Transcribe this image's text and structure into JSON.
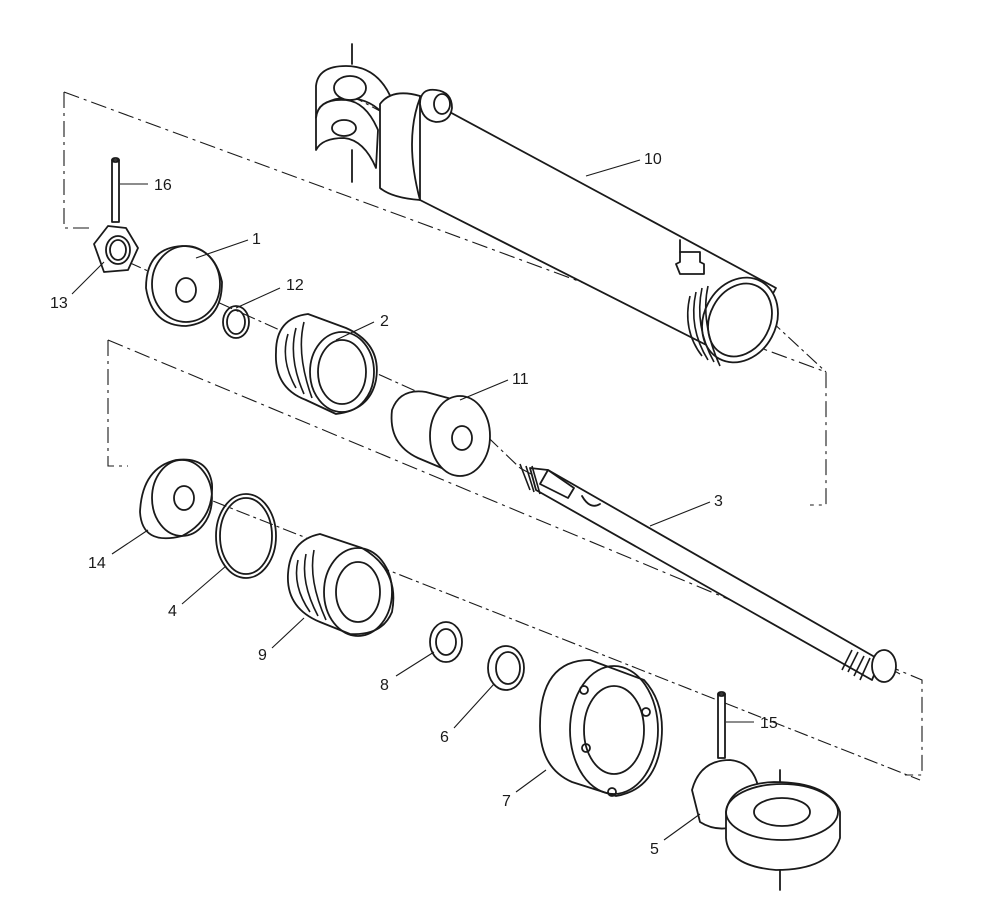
{
  "diagram": {
    "callouts": [
      {
        "id": "1",
        "label": "1"
      },
      {
        "id": "2",
        "label": "2"
      },
      {
        "id": "3",
        "label": "3"
      },
      {
        "id": "4",
        "label": "4"
      },
      {
        "id": "5",
        "label": "5"
      },
      {
        "id": "6",
        "label": "6"
      },
      {
        "id": "7",
        "label": "7"
      },
      {
        "id": "8",
        "label": "8"
      },
      {
        "id": "9",
        "label": "9"
      },
      {
        "id": "10",
        "label": "10"
      },
      {
        "id": "11",
        "label": "11"
      },
      {
        "id": "12",
        "label": "12"
      },
      {
        "id": "13",
        "label": "13"
      },
      {
        "id": "14",
        "label": "14"
      },
      {
        "id": "15",
        "label": "15"
      },
      {
        "id": "16",
        "label": "16"
      }
    ],
    "colors": {
      "ink": "#1a1a1a",
      "paper": "#ffffff"
    }
  }
}
